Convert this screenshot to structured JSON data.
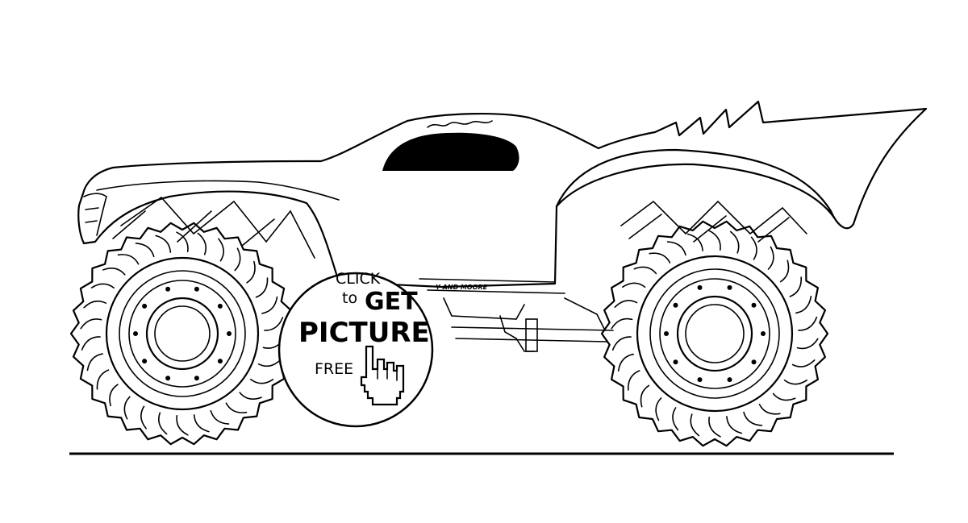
{
  "badge": {
    "click_label": "CLICK",
    "to_label": "to",
    "get_label": "GET",
    "picture_label": "PICTURE",
    "free_label": "FREE"
  },
  "truck": {
    "side_decal": "Y AND MOORE"
  },
  "icons": [
    "monster-truck-illustration",
    "hand-pointer-icon"
  ],
  "colors": {
    "ink": "#000000",
    "background": "#ffffff"
  }
}
